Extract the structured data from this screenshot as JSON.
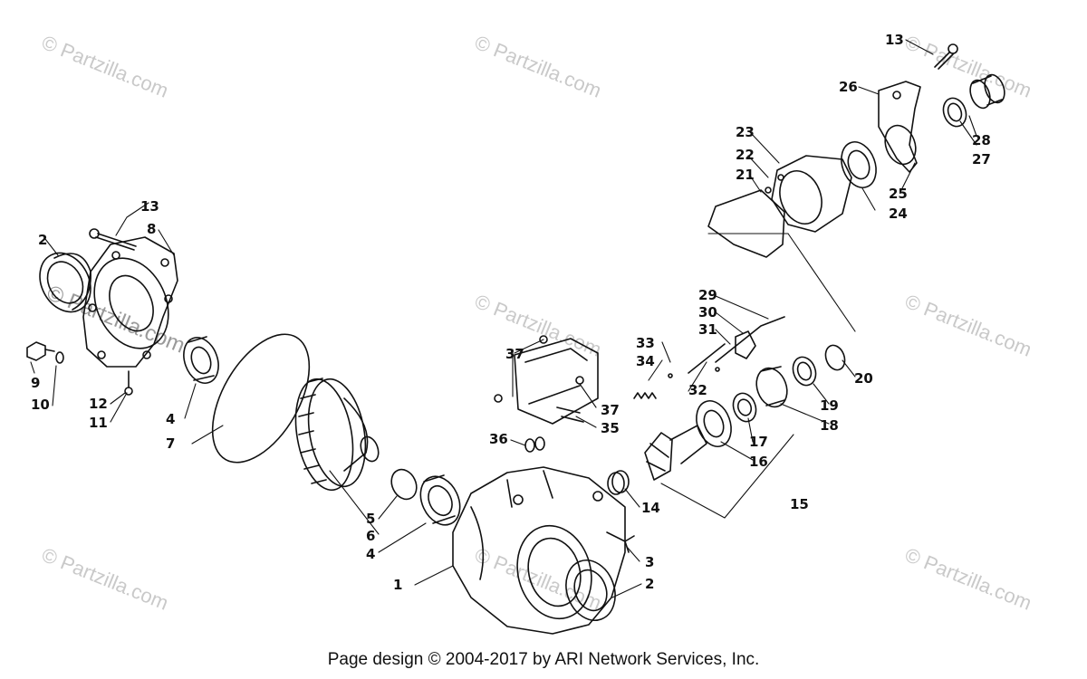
{
  "watermarks": [
    "© Partzilla.com",
    "© Partzilla.com",
    "© Partzilla.com",
    "© Partzilla.com",
    "© Partzilla.com",
    "© Partzilla.com",
    "© Partzilla.com",
    "© Partzilla.com",
    "© Partzilla.com"
  ],
  "callouts": [
    "13",
    "26",
    "28",
    "27",
    "23",
    "22",
    "21",
    "25",
    "24",
    "29",
    "30",
    "31",
    "33",
    "34",
    "32",
    "20",
    "19",
    "18",
    "37",
    "37",
    "35",
    "36",
    "17",
    "16",
    "15",
    "14",
    "13",
    "8",
    "2",
    "9",
    "10",
    "12",
    "11",
    "4",
    "7",
    "5",
    "6",
    "4",
    "1",
    "3",
    "2"
  ],
  "footer": "Page design © 2004-2017 by ARI Network Services, Inc."
}
